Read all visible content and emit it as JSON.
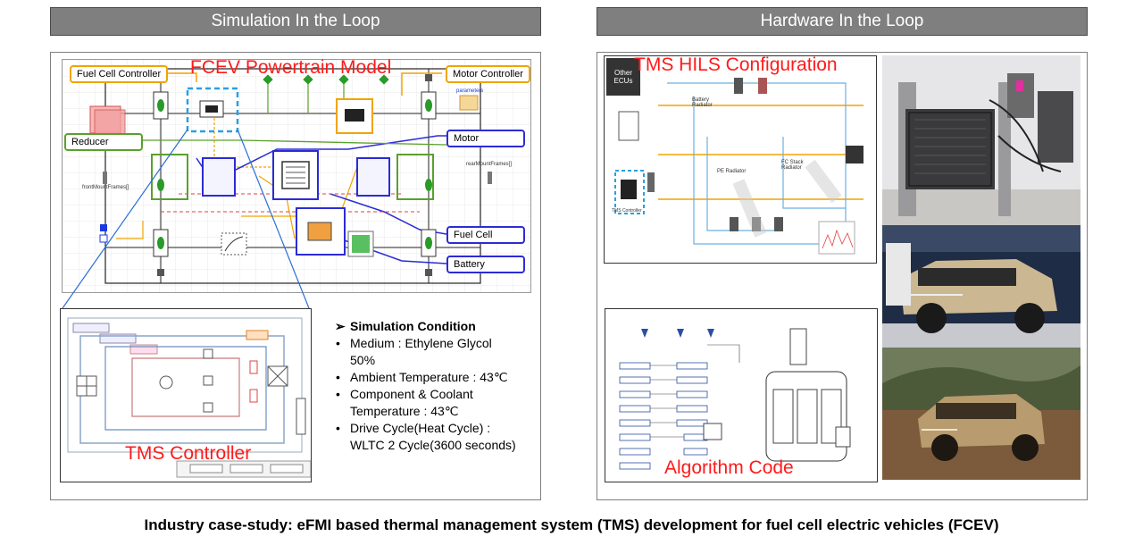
{
  "left": {
    "header": "Simulation In the Loop",
    "model_title": "FCEV Powertrain Model",
    "labels": {
      "fuel_cell_controller": "Fuel Cell Controller",
      "motor_controller": "Motor Controller",
      "reducer": "Reducer",
      "motor": "Motor",
      "fuel_cell": "Fuel Cell",
      "battery": "Battery",
      "parameters": "parameters",
      "front_mount": "frontMountFrames[]",
      "rear_mount": "rearMountFrames[]"
    },
    "tms_title": "TMS Controller",
    "conditions": {
      "heading": "Simulation Condition",
      "items": [
        {
          "line1": "Medium : Ethylene Glycol",
          "line2": "50%"
        },
        {
          "line1": "Ambient Temperature : 43℃",
          "line2": ""
        },
        {
          "line1": "Component & Coolant",
          "line2": "Temperature : 43℃"
        },
        {
          "line1": "Drive Cycle(Heat Cycle) :",
          "line2": "WLTC 2 Cycle(3600 seconds)"
        }
      ]
    }
  },
  "right": {
    "header": "Hardware In the Loop",
    "hils_title": "TMS HILS Configuration",
    "algorithm_title": "Algorithm Code",
    "labels": {
      "other_ecus": "Other ECUs",
      "tms_controller": "TMS Controller",
      "battery_radiator": "Battery Radiator",
      "pe_radiator": "PE Radiator",
      "fc_stack_radiator": "FC Stack Radiator"
    }
  },
  "caption": "Industry case-study: eFMI based thermal management system (TMS) development for fuel cell electric vehicles (FCEV)",
  "colors": {
    "header_bg": "#7f7f7f",
    "title_red": "#ff1a1a",
    "blue_line": "#2b6fd6",
    "accent_green": "#5aa02c"
  }
}
